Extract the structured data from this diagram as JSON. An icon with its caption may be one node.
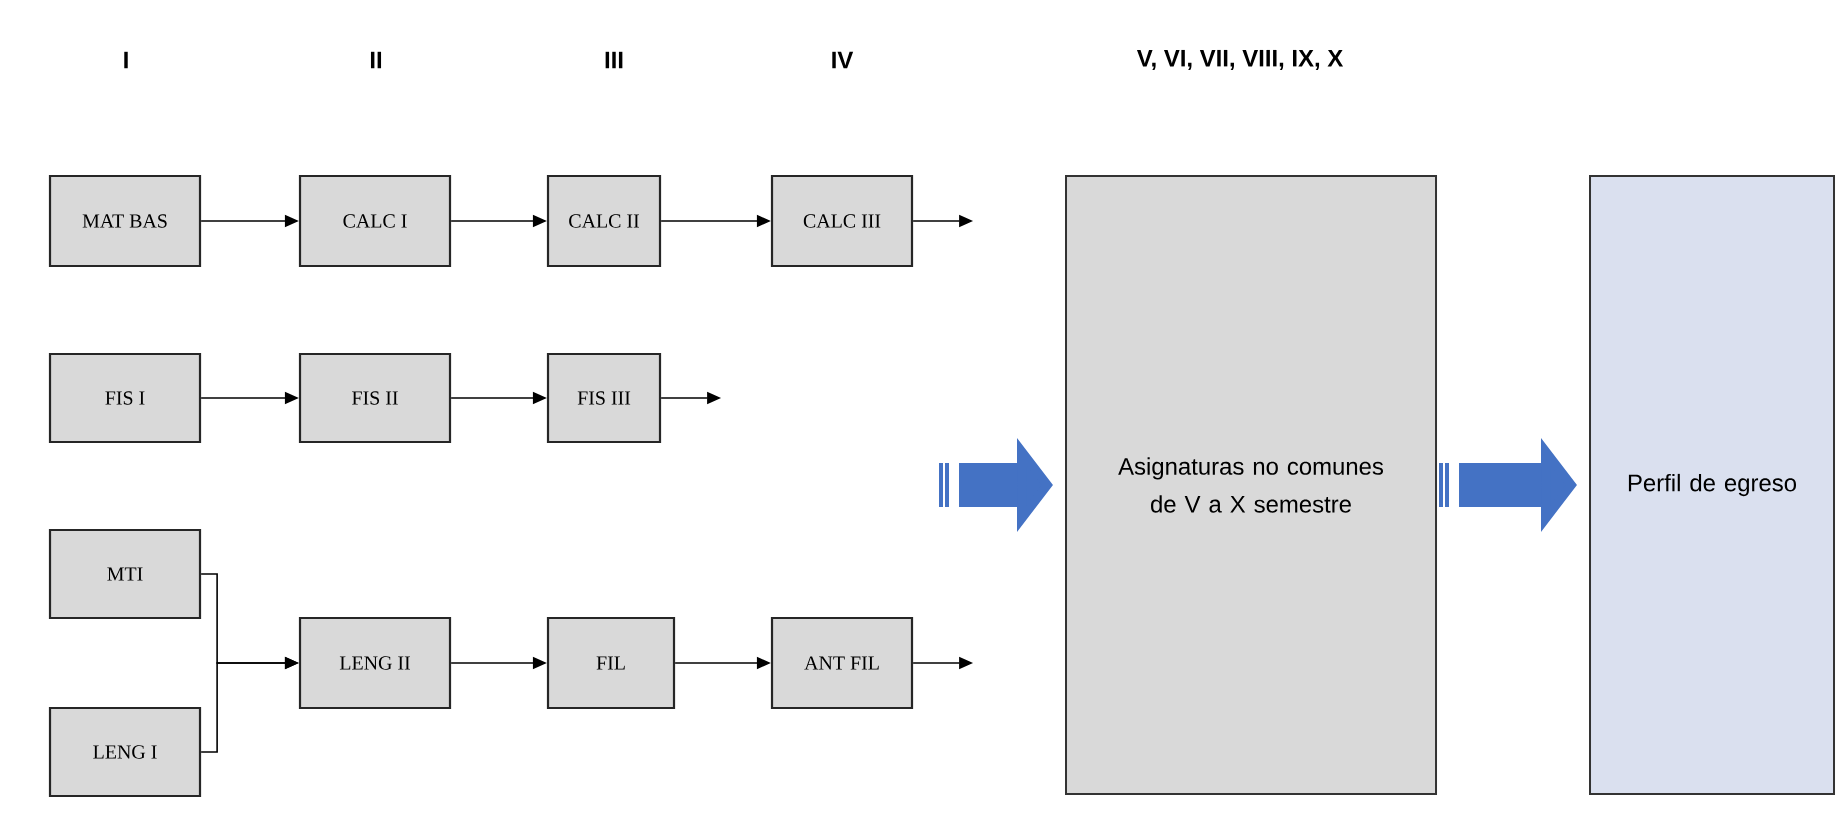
{
  "diagram": {
    "nodes": [
      {
        "text": [
          "MAT BAS"
        ]
      },
      {
        "text": [
          "CALC I"
        ]
      },
      {
        "text": [
          "CALC II"
        ]
      },
      {
        "text": [
          "CALC III"
        ]
      },
      {
        "text": [
          "FIS I"
        ]
      },
      {
        "text": [
          "FIS II"
        ]
      },
      {
        "text": [
          "FIS III"
        ]
      },
      {
        "text": [
          "MTI"
        ]
      },
      {
        "text": [
          "LENG I"
        ]
      },
      {
        "text": [
          "LENG II"
        ]
      },
      {
        "text": [
          "FIL"
        ]
      },
      {
        "text": [
          "ANT FIL"
        ]
      },
      {
        "text": [
          "Asignaturas no comunes de V a X semestre"
        ]
      },
      {
        "text": [
          "Perfil de egreso"
        ]
      }
    ],
    "edges": [
      {
        "from": 0,
        "to": 1,
        "arrow": "to"
      },
      {
        "from": 1,
        "to": 2,
        "arrow": "to"
      },
      {
        "from": 2,
        "to": 3,
        "arrow": "to"
      },
      {
        "from": 3,
        "to": null,
        "arrow": "to"
      },
      {
        "from": 4,
        "to": 5,
        "arrow": "to"
      },
      {
        "from": 5,
        "to": 6,
        "arrow": "to"
      },
      {
        "from": 6,
        "to": null,
        "arrow": "to"
      },
      {
        "from": 7,
        "to": 9,
        "arrow": "to"
      },
      {
        "from": 8,
        "to": 9,
        "arrow": "to"
      },
      {
        "from": 9,
        "to": 10,
        "arrow": "to"
      },
      {
        "from": 10,
        "to": 11,
        "arrow": "to"
      },
      {
        "from": 11,
        "to": null,
        "arrow": "to"
      },
      {
        "from": null,
        "to": 12,
        "arrow": "to",
        "style": "thick",
        "color": "#4472c4"
      },
      {
        "from": 12,
        "to": 13,
        "arrow": "to",
        "style": "thick",
        "color": "#4472c4"
      }
    ],
    "labels": [
      "I",
      "II",
      "III",
      "IV",
      "V, VI, VII, VIII, IX, X"
    ]
  }
}
